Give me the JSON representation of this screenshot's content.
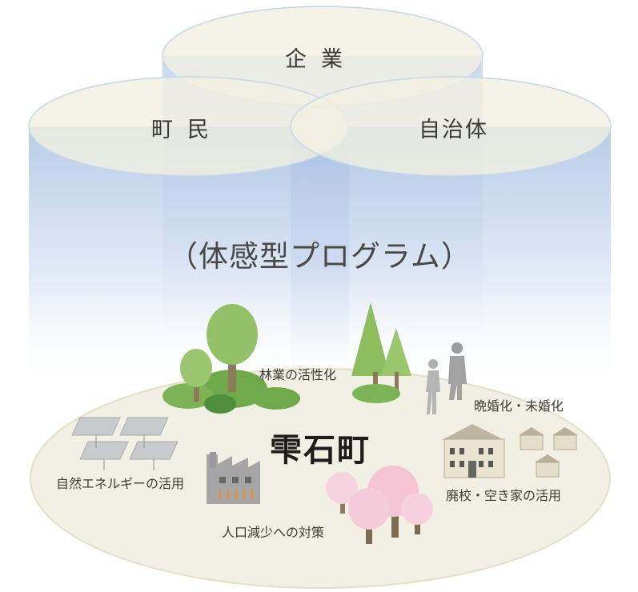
{
  "stakeholders": {
    "companies": "企業",
    "residents": "町民",
    "municipality": "自治体"
  },
  "program": "（体感型プログラム）",
  "town": "雫石町",
  "issues": {
    "forestry": "林業の活性化",
    "marriage": "晩婚化・未婚化",
    "energy": "自然エネルギーの活用",
    "depopulation": "人口減少への対策",
    "vacant_buildings": "廃校・空き家の活用"
  },
  "colors": {
    "ellipse_fill": "#f2efe2",
    "column_blue": "#b9cde8",
    "ground": "#f1efe3",
    "tree_green": "#8fbd5c",
    "blossom_pink": "#f2c4d4",
    "heat_orange": "#f08a2a"
  }
}
